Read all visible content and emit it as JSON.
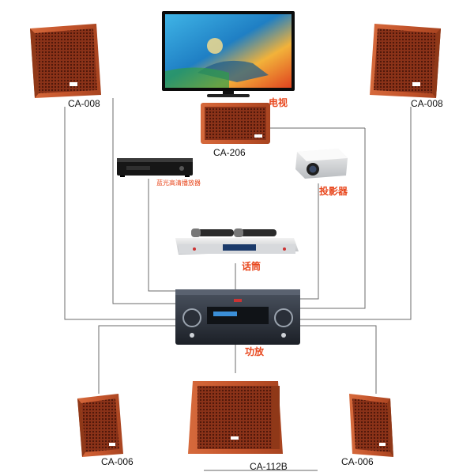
{
  "labels": {
    "tv": "电视",
    "center_speaker": "CA-206",
    "front_left": "CA-008",
    "front_right": "CA-008",
    "bluray": "蓝光高清播放器",
    "projector": "投影器",
    "microphone": "话筒",
    "amplifier": "功放",
    "rear_left": "CA-006",
    "rear_right": "CA-006",
    "subwoofer": "CA-112B"
  },
  "colors": {
    "speaker_wood": "#c4552c",
    "speaker_wood_dark": "#9a3d1c",
    "grille": "#7a2a14",
    "wire": "#6b6b6b",
    "accent_label": "#e8471d"
  },
  "icons": {
    "tv": "tv-icon",
    "speaker": "speaker-icon",
    "subwoofer": "subwoofer-icon",
    "player": "bluray-player-icon",
    "projector": "projector-icon",
    "microphone": "wireless-mic-receiver-icon",
    "amplifier": "amplifier-icon"
  }
}
